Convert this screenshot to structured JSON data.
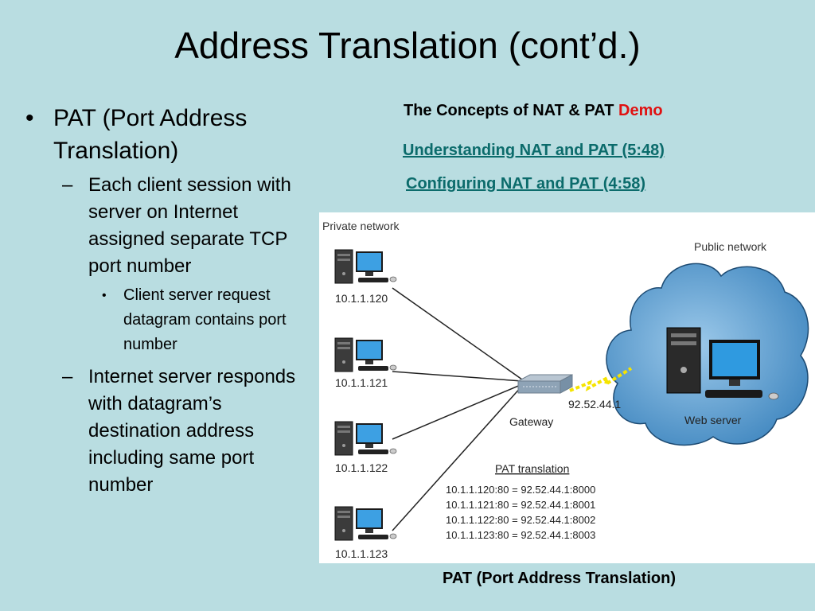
{
  "slide": {
    "title": "Address Translation (cont’d.)",
    "bullets": {
      "level1": "PAT (Port Address Translation)",
      "sub1": "Each client session with server on Internet assigned separate TCP port number",
      "sub1_bullet": "Client server request datagram contains port number",
      "sub2": "Internet server responds with datagram’s destination address including same port number"
    },
    "concepts": {
      "label": "The Concepts of NAT & PAT",
      "demo": "Demo"
    },
    "links": [
      {
        "label": "Understanding NAT and PAT (5:48)"
      },
      {
        "label": "Configuring NAT and PAT (4:58)"
      }
    ],
    "figure": {
      "private_label": "Private network",
      "public_label": "Public network",
      "clients": [
        "10.1.1.120",
        "10.1.1.121",
        "10.1.1.122",
        "10.1.1.123"
      ],
      "gateway_label": "Gateway",
      "gateway_ip": "92.52.44.1",
      "server_label": "Web server",
      "pat_title": "PAT translation",
      "pat_rows": [
        "10.1.1.120:80 = 92.52.44.1:8000",
        "10.1.1.121:80 = 92.52.44.1:8001",
        "10.1.1.122:80 = 92.52.44.1:8002",
        "10.1.1.123:80 = 92.52.44.1:8003"
      ]
    },
    "caption": "PAT (Port Address Translation)",
    "colors": {
      "background": "#b9dde1",
      "demo": "#e01010",
      "link": "#0b6b6b",
      "cloud": "#5c9fd0",
      "lightning": "#f5e400"
    }
  }
}
